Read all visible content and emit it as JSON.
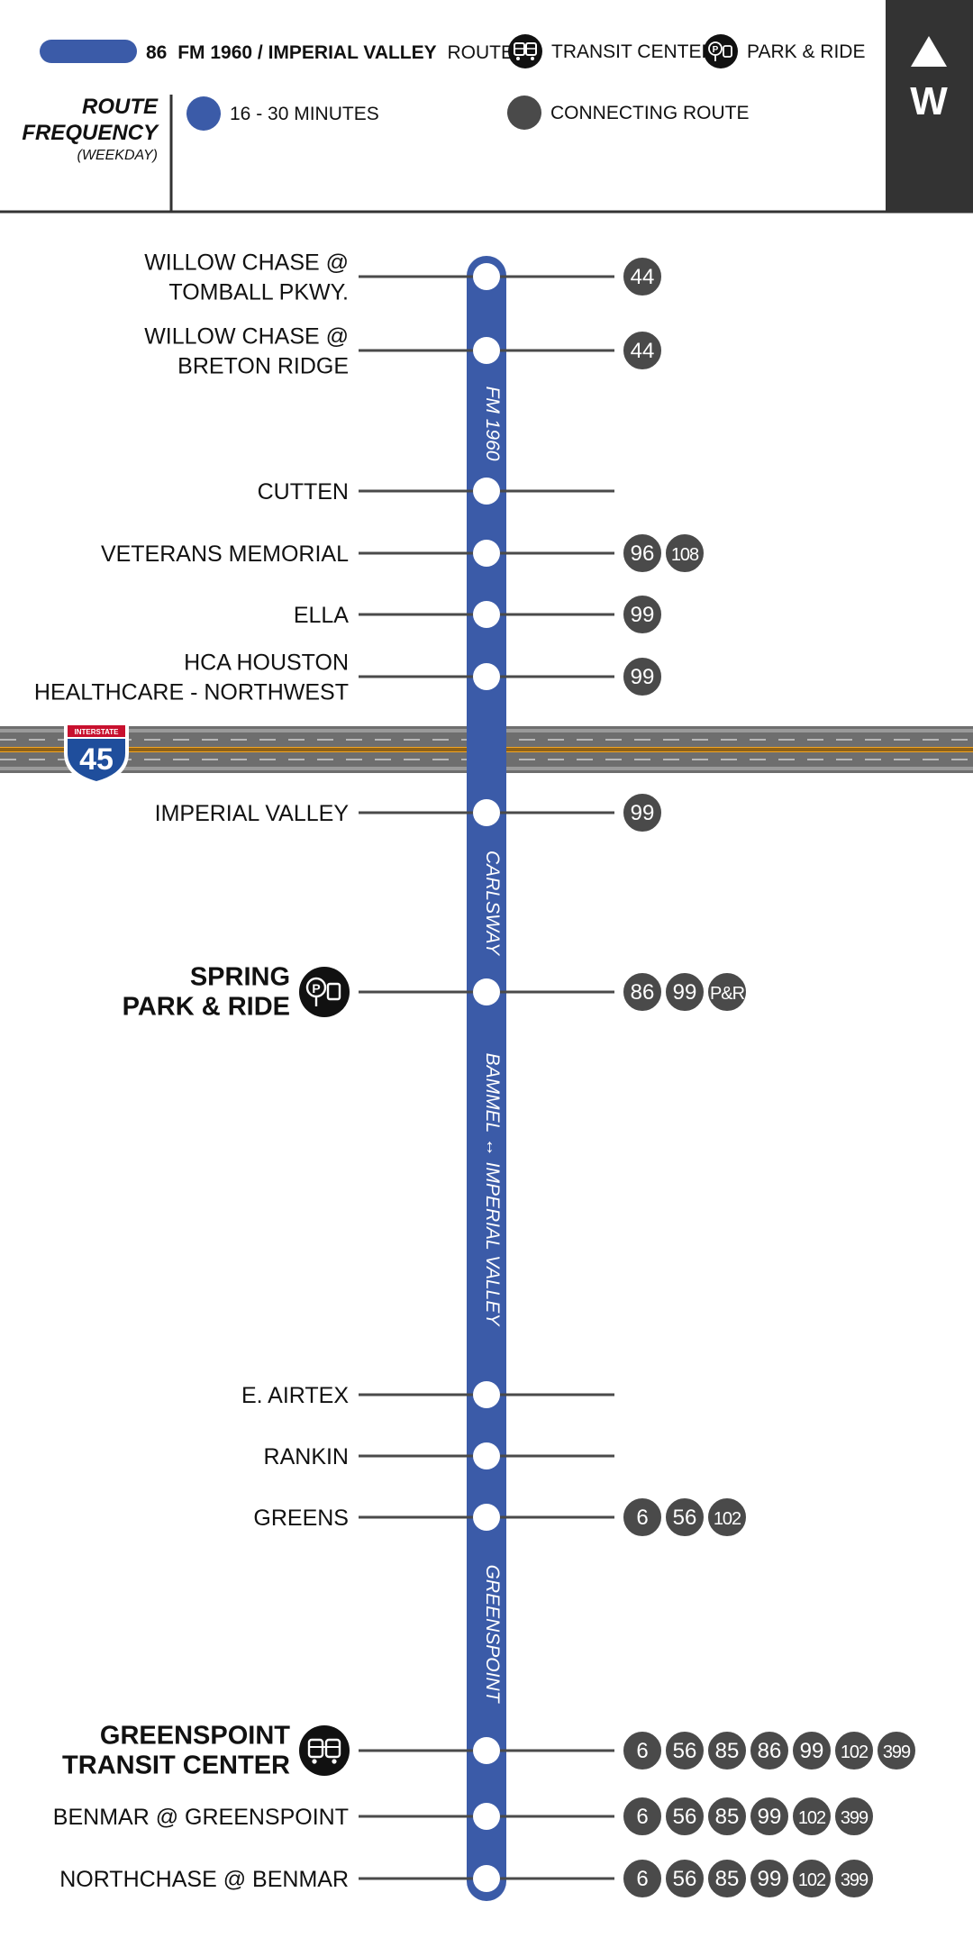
{
  "legend": {
    "route_number": "86",
    "route_name": "FM 1960 / IMPERIAL VALLEY",
    "route_suffix": "ROUTE",
    "transit_center_label": "TRANSIT CENTER",
    "park_ride_label": "PARK & RIDE",
    "frequency_title_line1": "ROUTE",
    "frequency_title_line2": "FREQUENCY",
    "frequency_subtitle": "(WEEKDAY)",
    "frequency_value": "16 - 30 MINUTES",
    "connecting_label": "CONNECTING ROUTE"
  },
  "compass": {
    "direction": "W"
  },
  "colors": {
    "route": "#3B5BA8",
    "connecting": "#4A4A4A",
    "dark": "#333333",
    "highway": "#6E6E6E",
    "highway_center": "#F5A623",
    "shield_blue": "#1F4E9C",
    "shield_red": "#C8102E"
  },
  "highway": {
    "shield_top": "INTERSTATE",
    "shield_number": "45"
  },
  "street_labels": [
    "FM 1960",
    "CARLSWAY",
    "BAMMEL ↔ IMPERIAL VALLEY",
    "GREENSPOINT"
  ],
  "stops": [
    {
      "lines": [
        "WILLOW CHASE @",
        "TOMBALL PKWY."
      ],
      "routes": [
        "44"
      ]
    },
    {
      "lines": [
        "WILLOW CHASE @",
        "BRETON RIDGE"
      ],
      "routes": [
        "44"
      ]
    },
    {
      "lines": [
        "CUTTEN"
      ],
      "routes": []
    },
    {
      "lines": [
        "VETERANS MEMORIAL"
      ],
      "routes": [
        "96",
        "108"
      ]
    },
    {
      "lines": [
        "ELLA"
      ],
      "routes": [
        "99"
      ]
    },
    {
      "lines": [
        "HCA HOUSTON",
        "HEALTHCARE - NORTHWEST"
      ],
      "routes": [
        "99"
      ]
    },
    {
      "lines": [
        "IMPERIAL VALLEY"
      ],
      "routes": [
        "99"
      ]
    },
    {
      "lines": [
        "SPRING",
        "PARK & RIDE"
      ],
      "routes": [
        "86",
        "99",
        "P&R"
      ],
      "bold": true,
      "icon": "park-ride"
    },
    {
      "lines": [
        "E. AIRTEX"
      ],
      "routes": []
    },
    {
      "lines": [
        "RANKIN"
      ],
      "routes": []
    },
    {
      "lines": [
        "GREENS"
      ],
      "routes": [
        "6",
        "56",
        "102"
      ]
    },
    {
      "lines": [
        "GREENSPOINT",
        "TRANSIT CENTER"
      ],
      "routes": [
        "6",
        "56",
        "85",
        "86",
        "99",
        "102",
        "399"
      ],
      "bold": true,
      "icon": "transit-center"
    },
    {
      "lines": [
        "BENMAR @ GREENSPOINT"
      ],
      "routes": [
        "6",
        "56",
        "85",
        "99",
        "102",
        "399"
      ]
    },
    {
      "lines": [
        "NORTHCHASE @ BENMAR"
      ],
      "routes": [
        "6",
        "56",
        "85",
        "99",
        "102",
        "399"
      ]
    }
  ]
}
